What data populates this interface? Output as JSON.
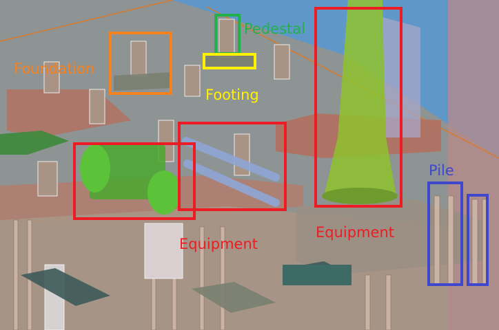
{
  "annotations": [
    {
      "label": "Pedestal",
      "color": "#22b14c"
    },
    {
      "label": "Foundation",
      "color": "#f58220"
    },
    {
      "label": "Footing",
      "color": "#fff200"
    },
    {
      "label": "Equipment",
      "color": "#ed1c24"
    },
    {
      "label": "Equipment",
      "color": "#ed1c24"
    },
    {
      "label": "Pile",
      "color": "#3f48cc"
    }
  ]
}
